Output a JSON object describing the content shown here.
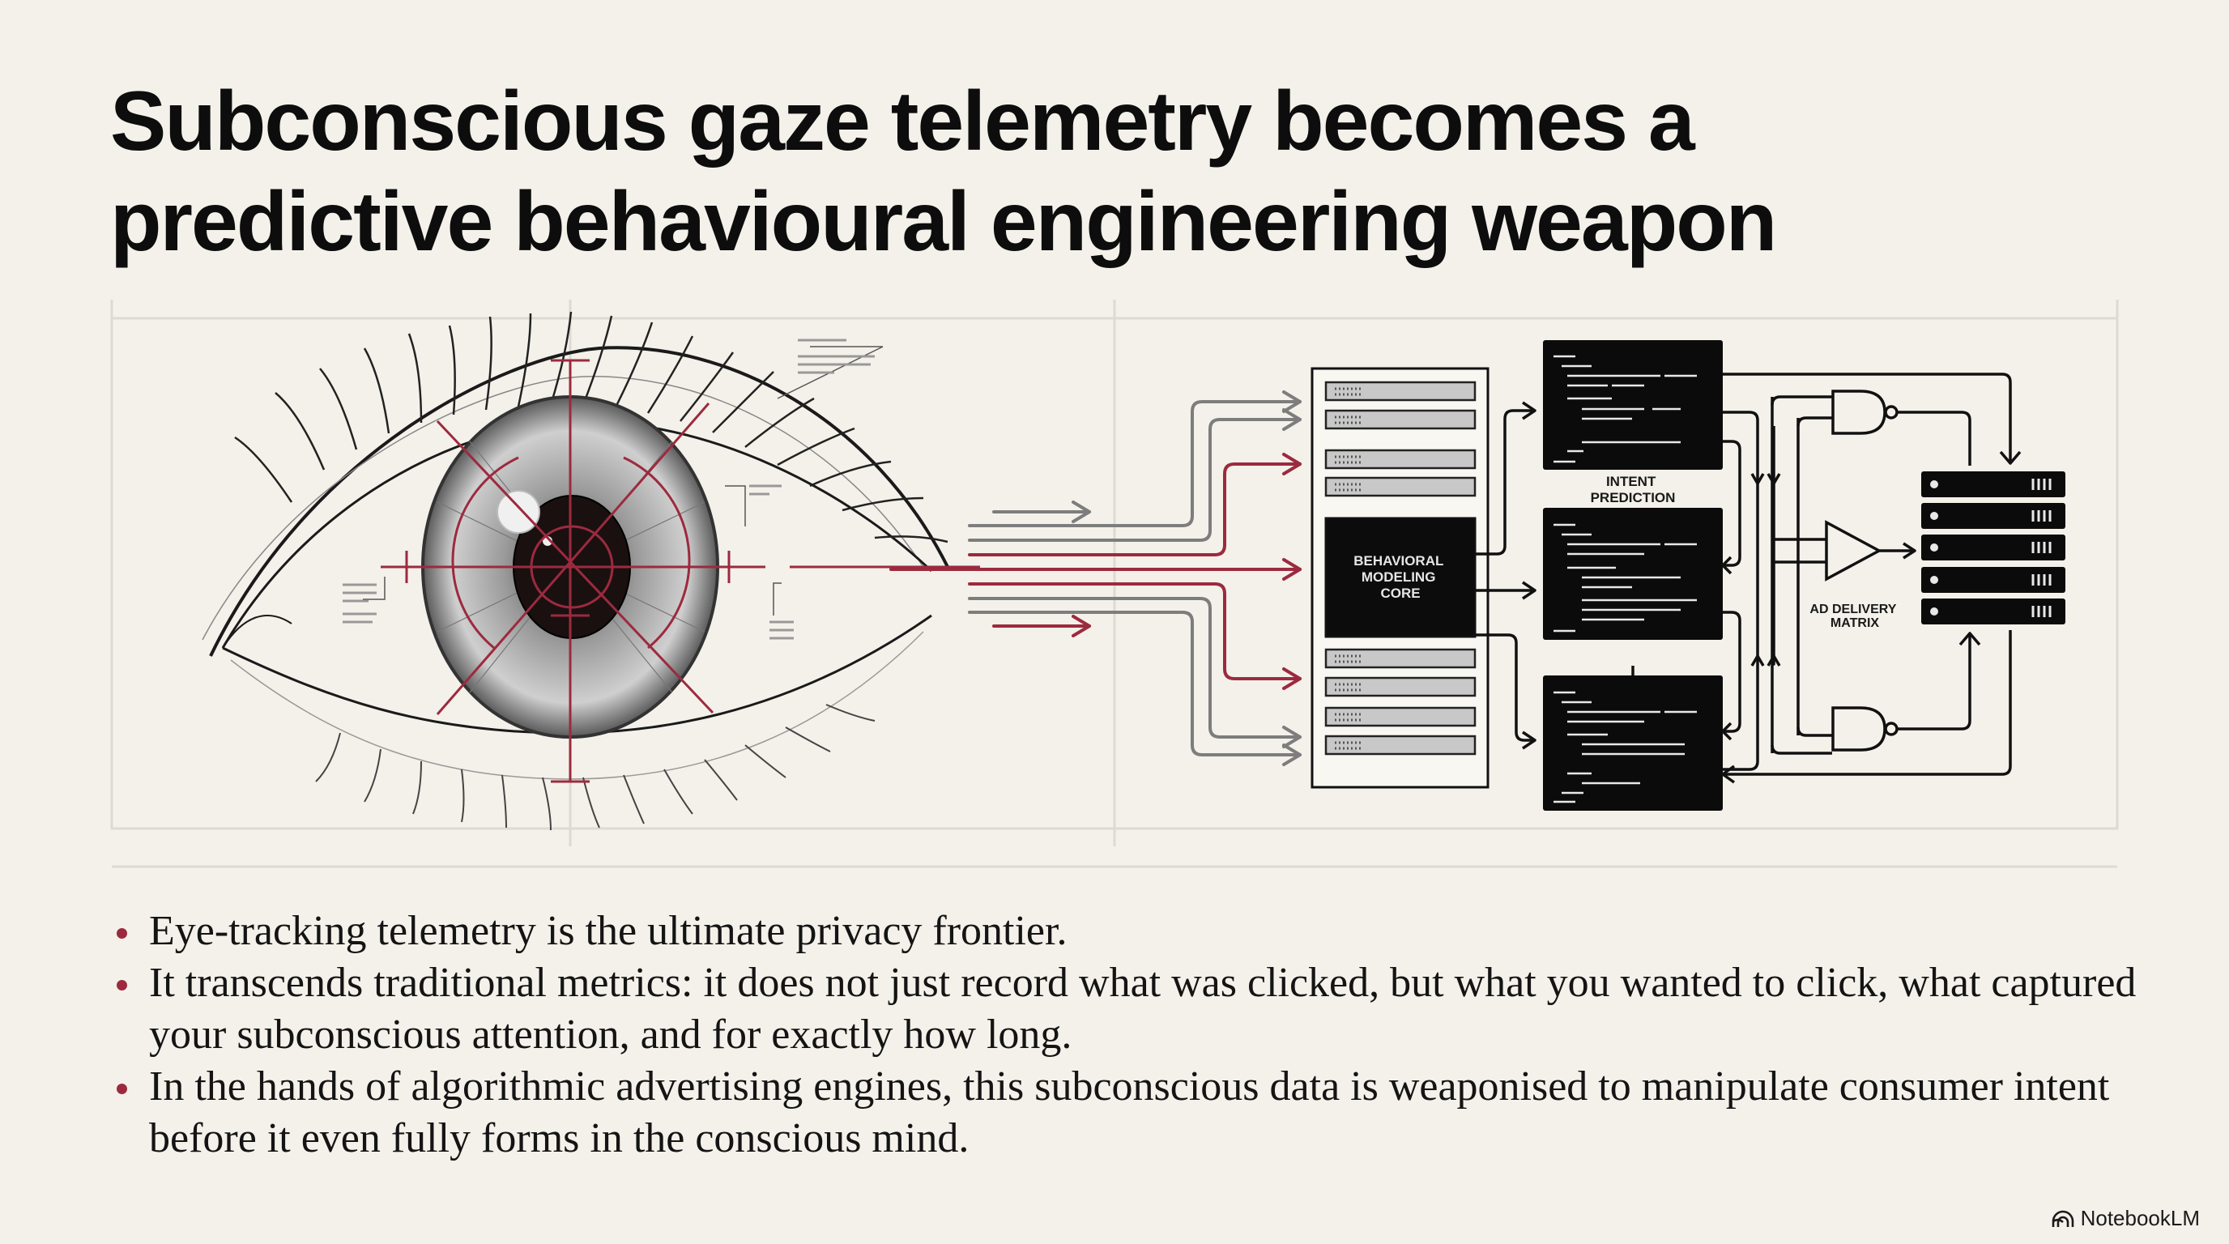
{
  "slide": {
    "title": "Subconscious gaze telemetry becomes a predictive behavioural engineering weapon",
    "bullets": [
      "Eye-tracking telemetry is the ultimate privacy frontier.",
      "It transcends traditional metrics: it does not just record what was clicked, but what you wanted to click, what captured your subconscious attention, and for exactly how long.",
      "In the hands of algorithmic advertising engines, this subconscious data is weaponised to manipulate consumer intent before it even fully forms in the conscious mind."
    ],
    "brand": "NotebookLM"
  },
  "diagram": {
    "core_label": [
      "BEHAVIORAL",
      "MODELING",
      "CORE"
    ],
    "intent_label": [
      "INTENT",
      "PREDICTION"
    ],
    "ad_label": [
      "AD DELIVERY",
      "MATRIX"
    ],
    "colors": {
      "background": "#f3f1ea",
      "accent": "#9c2a3f",
      "ink": "#111111",
      "gray": "#7d7d7d"
    }
  }
}
